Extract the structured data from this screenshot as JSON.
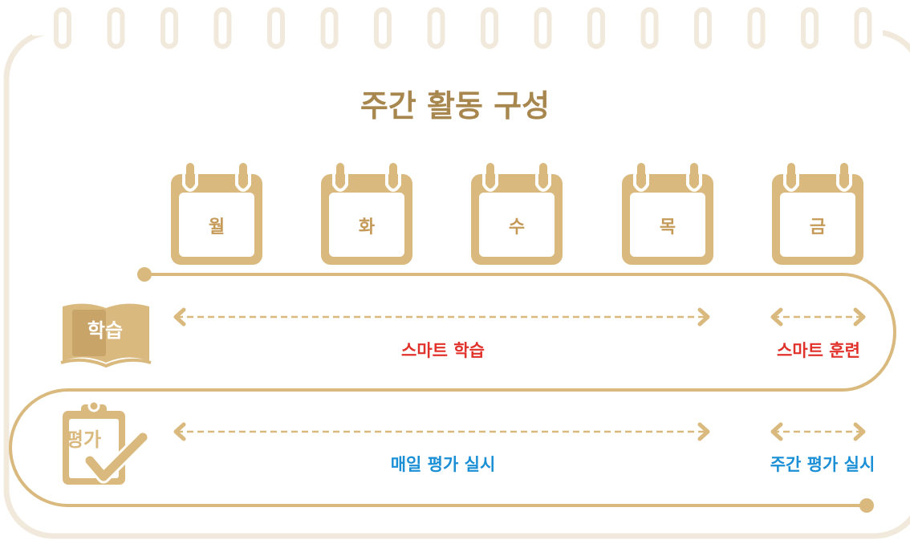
{
  "title": "주간 활동 구성",
  "days": [
    "월",
    "화",
    "수",
    "목",
    "금"
  ],
  "study": {
    "icon_label": "학습",
    "icon": "open-book-icon",
    "weekday_label": "스마트 학습",
    "friday_label": "스마트 훈련"
  },
  "evaluation": {
    "icon_label": "평가",
    "icon": "clipboard-check-icon",
    "weekday_label": "매일 평가 실시",
    "friday_label": "주간 평가 실시"
  },
  "colors": {
    "gold": "#d9b97e",
    "title": "#a8874f",
    "notepad_border": "#f1e9dc",
    "red": "#e0312a",
    "blue": "#1a8fd6"
  }
}
